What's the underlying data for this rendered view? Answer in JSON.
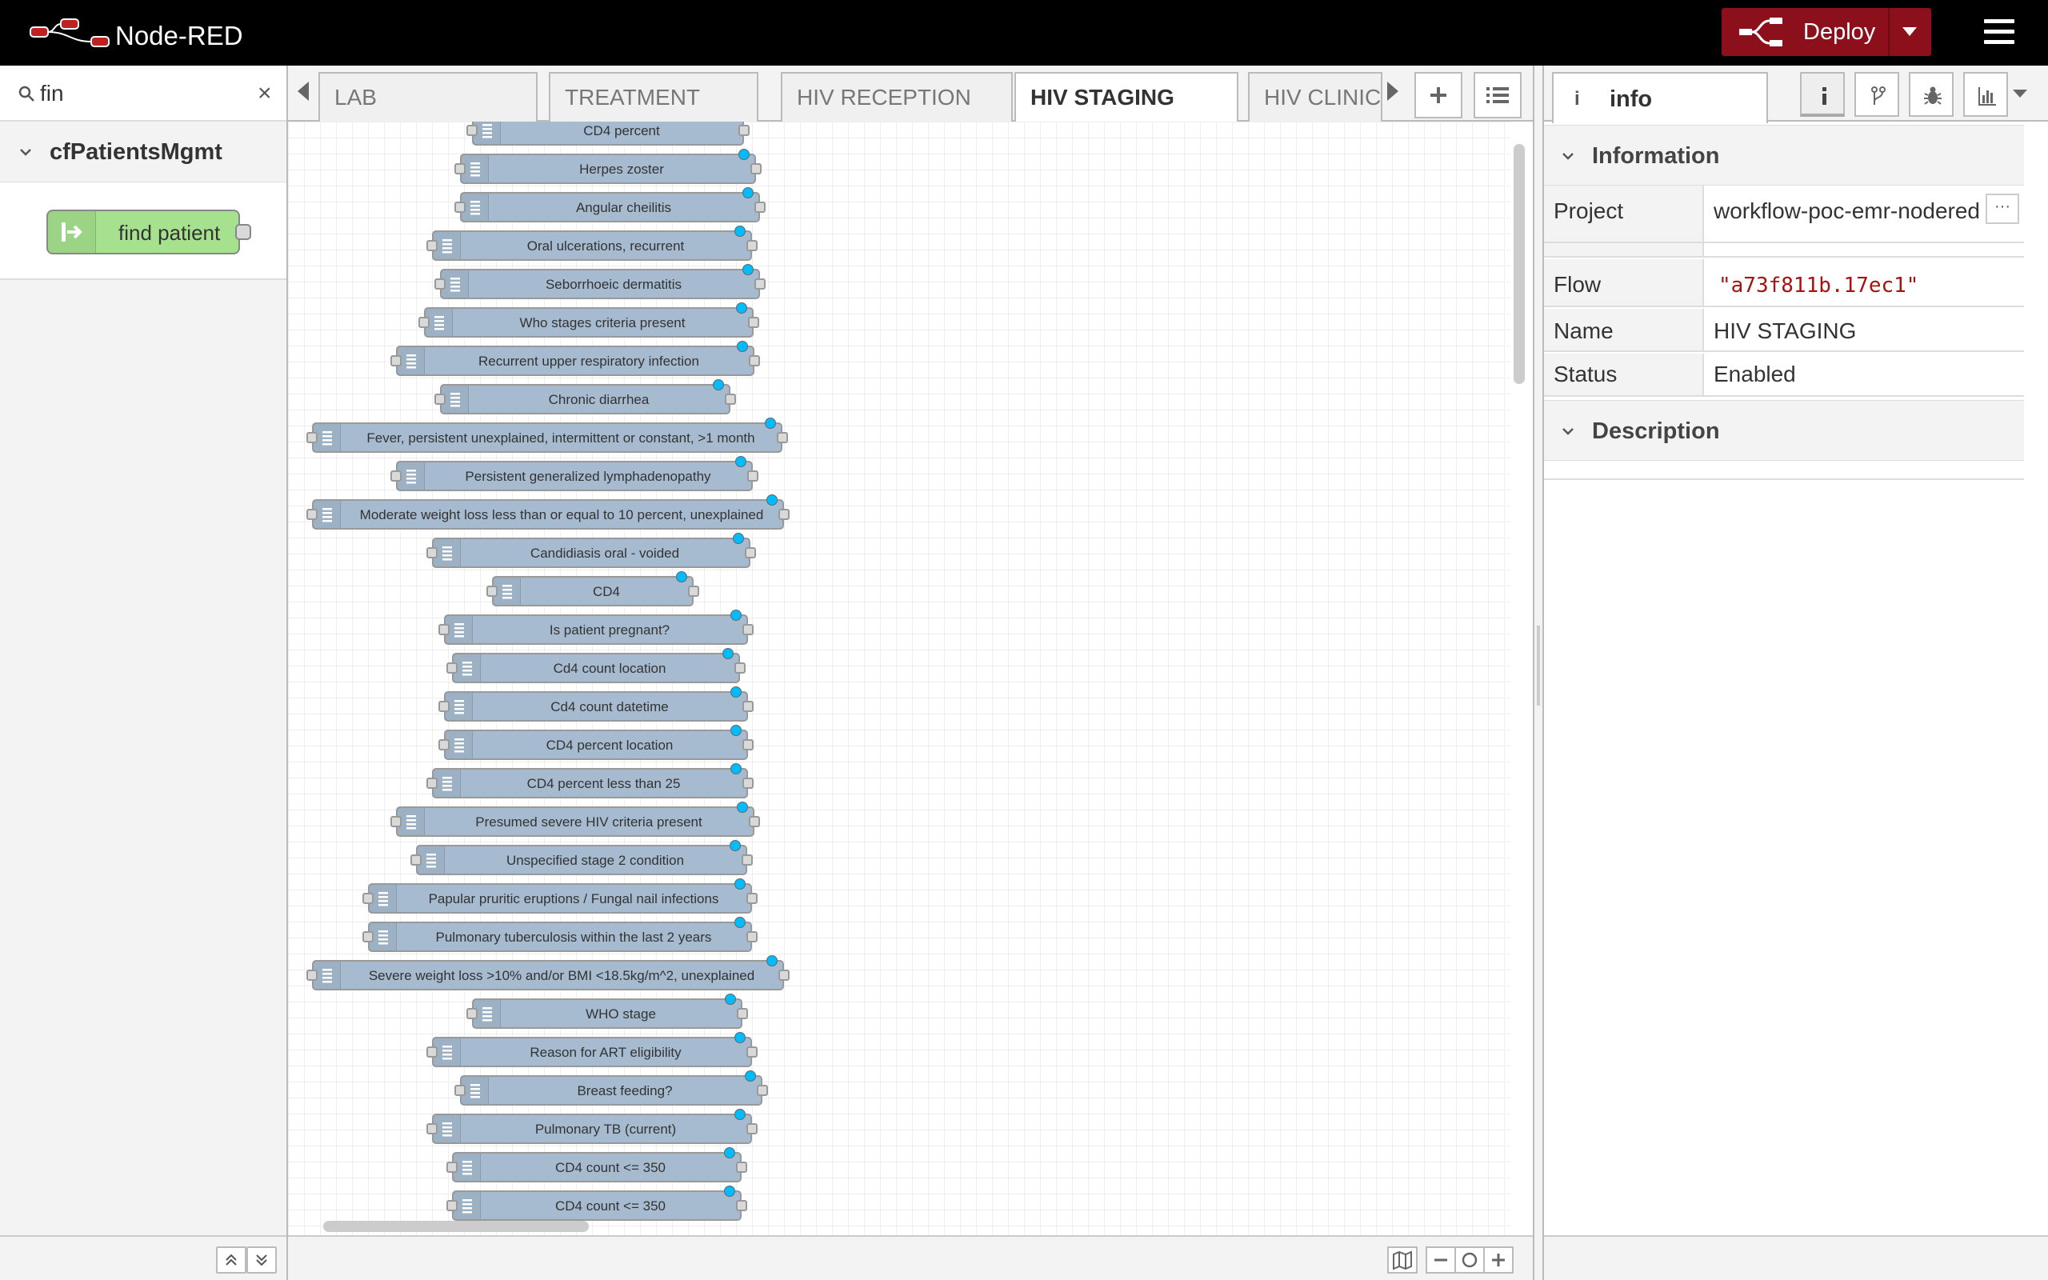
{
  "header": {
    "title": "Node-RED",
    "deploy_label": "Deploy",
    "accent_color": "#8c101c"
  },
  "palette": {
    "search_value": "fin",
    "category": "cfPatientsMgmt",
    "node_label": "find patient",
    "node_color": "#a6e28e"
  },
  "tabs": {
    "items": [
      "LAB",
      "TREATMENT",
      "HIV RECEPTION",
      "HIV STAGING",
      "HIV CLINIC"
    ],
    "active": "HIV STAGING"
  },
  "flow_nodes": [
    "CD4 percent",
    "Herpes zoster",
    "Angular cheilitis",
    "Oral ulcerations, recurrent",
    "Seborrhoeic dermatitis",
    "Who stages criteria present",
    "Recurrent upper respiratory infection",
    "Chronic diarrhea",
    "Fever, persistent unexplained, intermittent or constant, >1 month",
    "Persistent generalized lymphadenopathy",
    "Moderate weight loss less than or equal to 10 percent, unexplained",
    "Candidiasis oral - voided",
    "CD4",
    "Is patient pregnant?",
    "Cd4 count location",
    "Cd4 count datetime",
    "CD4 percent location",
    "CD4 percent less than 25",
    "Presumed severe HIV criteria present",
    "Unspecified stage 2 condition",
    "Papular pruritic eruptions / Fungal nail infections",
    "Pulmonary tuberculosis within the last 2 years",
    "Severe weight loss >10% and/or BMI <18.5kg/m^2, unexplained",
    "WHO stage",
    "Reason for ART eligibility",
    "Breast feeding?",
    "Pulmonary TB (current)",
    "CD4 count <= 350",
    "CD4 count <= 350"
  ],
  "sidebar": {
    "tab_label": "info",
    "info_icon": "i",
    "information_title": "Information",
    "description_title": "Description",
    "project_key": "Project",
    "project_value": "workflow-poc-emr-nodered",
    "flow_key": "Flow",
    "flow_value": "\"a73f811b.17ec1\"",
    "name_key": "Name",
    "name_value": "HIV STAGING",
    "status_key": "Status",
    "status_value": "Enabled",
    "more_label": "···"
  },
  "icons": {
    "search": "search-icon",
    "clear": "close-icon",
    "menu": "hamburger-menu-icon"
  },
  "node_color": "#a6bbcf",
  "status_dot_color": "#00bcff"
}
